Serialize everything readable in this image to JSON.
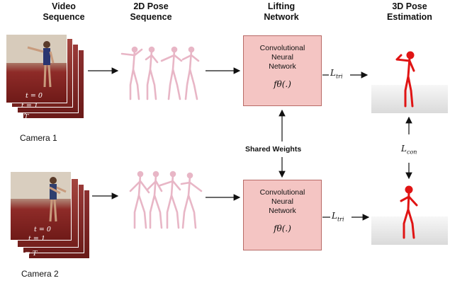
{
  "headers": {
    "video": [
      "Video",
      "Sequence"
    ],
    "pose2d": [
      "2D Pose",
      "Sequence"
    ],
    "lifting": [
      "Lifting",
      "Network"
    ],
    "pose3d": [
      "3D Pose",
      "Estimation"
    ]
  },
  "cameras": [
    {
      "label": "Camera 1",
      "time_labels": [
        "t = 0",
        "t = 1",
        "...",
        "t = T"
      ]
    },
    {
      "label": "Camera 2",
      "time_labels": [
        "t = 0",
        "t = 1",
        "t = T"
      ]
    }
  ],
  "network": {
    "line1": "Convolutional",
    "line2": "Neural",
    "line3": "Network",
    "formula": "fθ(.)"
  },
  "shared_weights": "Shared Weights",
  "losses": {
    "tri_main": "L",
    "tri_sub": "tri",
    "con_main": "L",
    "con_sub": "con"
  },
  "colors": {
    "pose2d": "#e8b6c6",
    "pose3d": "#e01414",
    "box_fill": "#f4c5c3",
    "box_border": "#b86a66"
  }
}
